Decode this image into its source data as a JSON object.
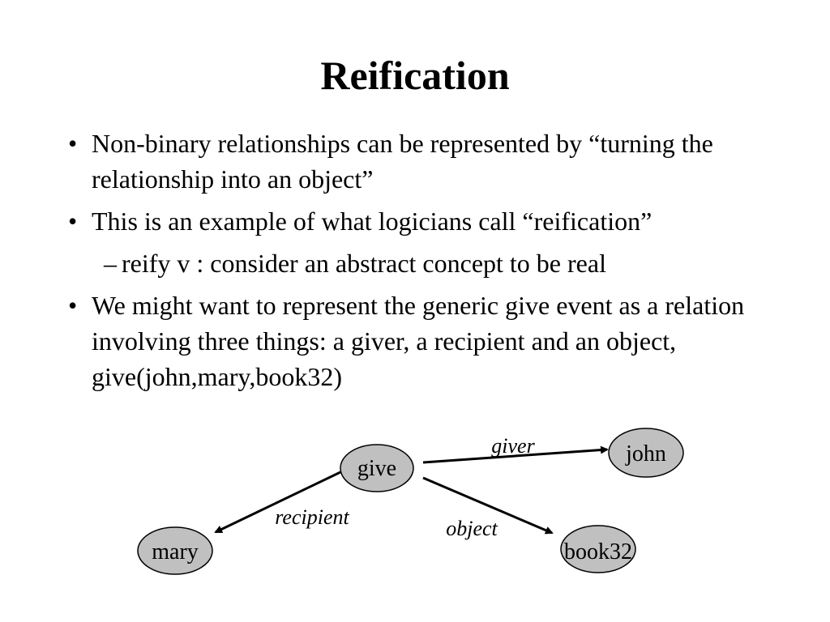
{
  "slide": {
    "title": "Reification",
    "bullet_symbol": "•",
    "dash_symbol": "–",
    "bullets": [
      {
        "text": "Non-binary relationships can be represented by “turning the relationship into an object”"
      },
      {
        "text": "This is an example of what logicians call “reification”"
      },
      {
        "text": "reify v : consider an abstract concept to be real"
      },
      {
        "text": "We might want to represent the generic give event as a relation involving three things: a giver, a recipient and an object, give(john,mary,book32)"
      }
    ]
  },
  "diagram": {
    "node_fill": "#c0c0c0",
    "nodes": {
      "give": "give",
      "john": "john",
      "mary": "mary",
      "book32": "book32"
    },
    "edges": {
      "giver": "giver",
      "recipient": "recipient",
      "object": "object"
    }
  }
}
